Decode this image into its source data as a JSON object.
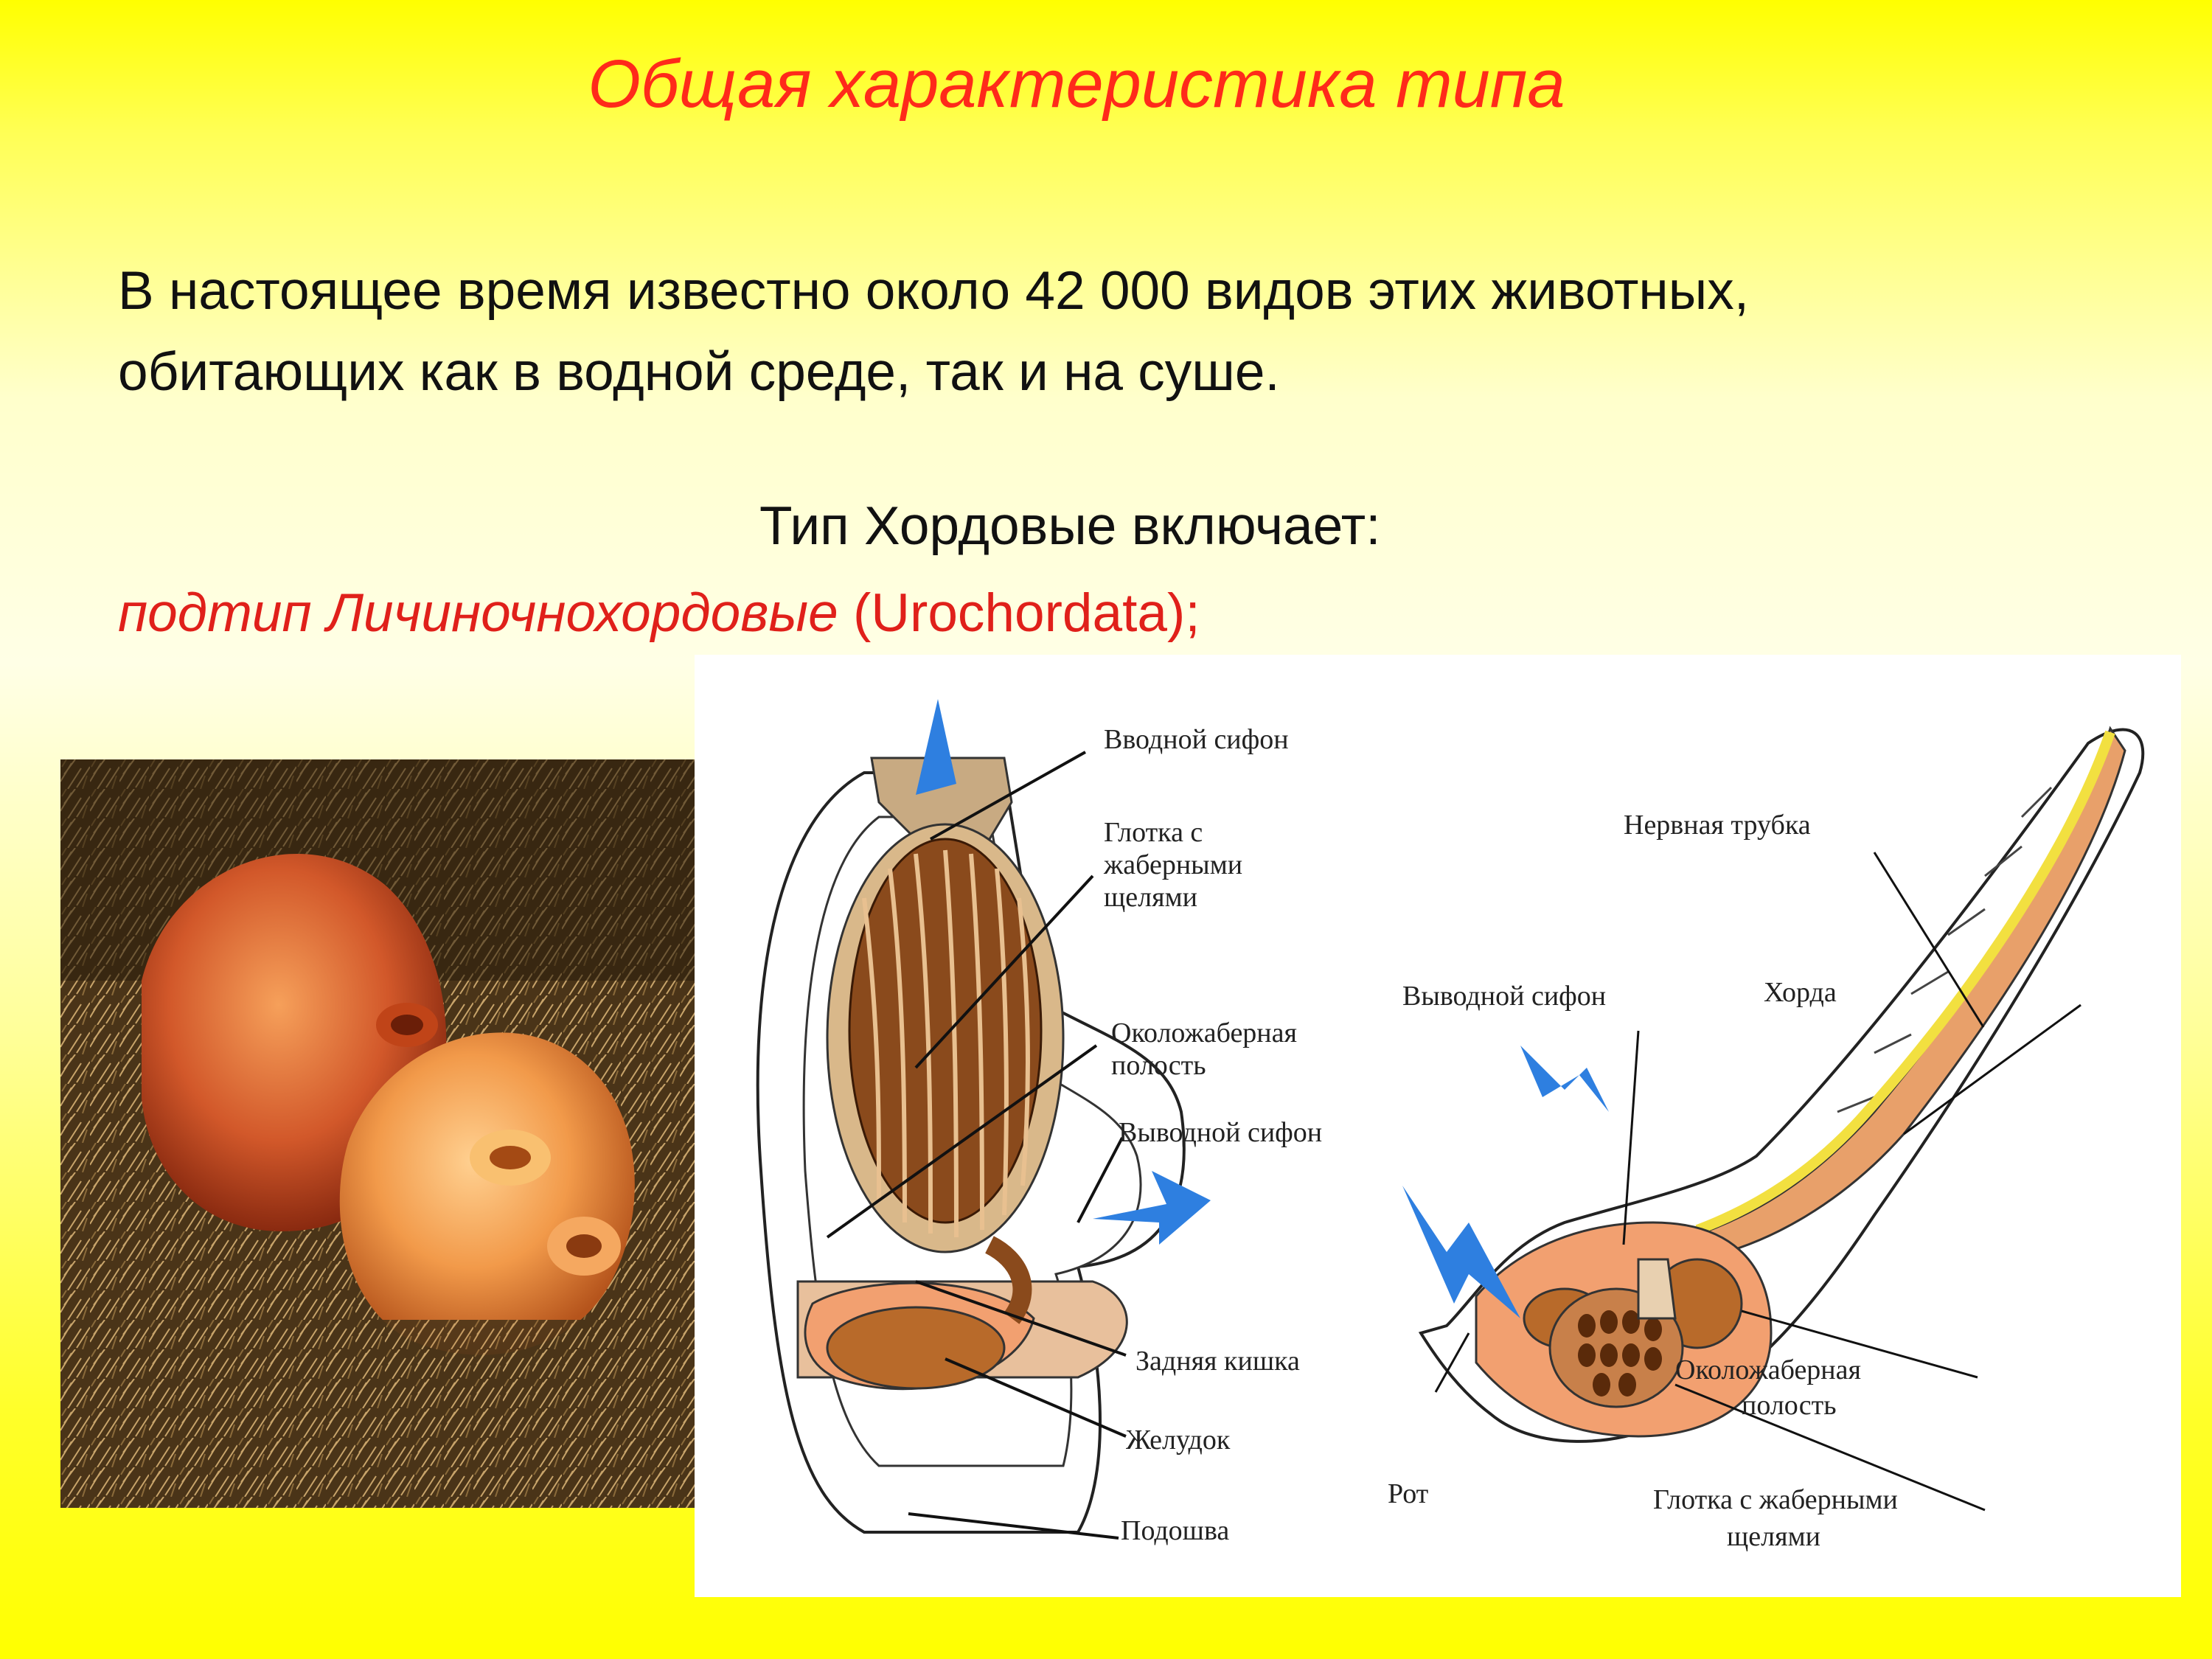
{
  "slide": {
    "title": "Общая характеристика типа",
    "paragraph_line1": "В настоящее время известно около 42 000 видов этих животных,",
    "paragraph_line2": "обитающих как в водной среде, так и на суше.",
    "subheading": "Тип Хордовые включает:",
    "subtype_italic": "подтип Личиночнохордовые",
    "subtype_latin": " (Urochordata);"
  },
  "diagram": {
    "adult_labels": {
      "inlet_siphon": "Вводной сифон",
      "pharynx_line1": "Глотка с",
      "pharynx_line2": "жаберными",
      "pharynx_line3": "щелями",
      "atrial_line1": "Околожаберная",
      "atrial_line2": "полость",
      "outlet_siphon": "Выводной сифон",
      "hindgut": "Задняя кишка",
      "stomach": "Желудок",
      "sole": "Подошва"
    },
    "larva_labels": {
      "nerve_tube": "Нервная трубка",
      "outlet_siphon": "Выводной сифон",
      "notochord": "Хорда",
      "atrial_line1": "Околожаберная",
      "atrial_line2": "полость",
      "mouth": "Рот",
      "pharynx_line1": "Глотка с жаберными",
      "pharynx_line2": "щелями"
    }
  },
  "colors": {
    "title": "#ff2a1a",
    "subtype": "#e0201a",
    "arrow": "#2e7fe0"
  },
  "icons": {
    "flow_arrow": "blue-arrow-icon"
  }
}
